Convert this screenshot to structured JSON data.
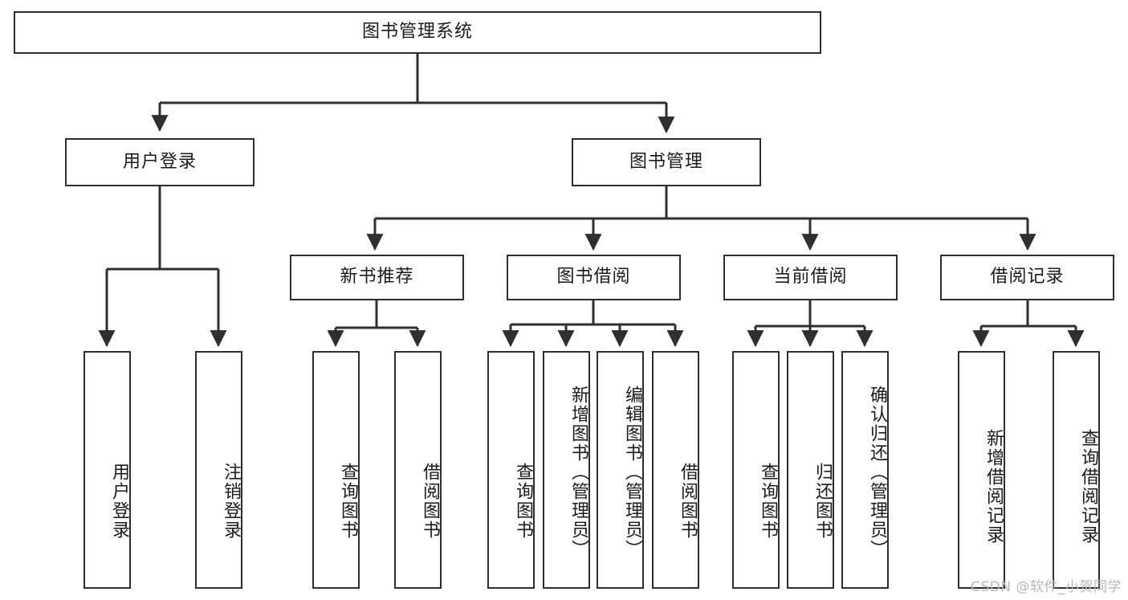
{
  "diagram": {
    "type": "tree",
    "title": "图书管理系统",
    "orientation": "top-down",
    "line_color": "#2f2f2f",
    "box_fill": "#ffffff",
    "text_color": "#1a1a1a",
    "levels": 4
  },
  "root": {
    "label": "图书管理系统"
  },
  "level2": [
    {
      "label": "用户登录"
    },
    {
      "label": "图书管理"
    }
  ],
  "level3": [
    {
      "label": "新书推荐"
    },
    {
      "label": "图书借阅"
    },
    {
      "label": "当前借阅"
    },
    {
      "label": "借阅记录"
    }
  ],
  "leaves": {
    "user_login": [
      {
        "label": "用户登录"
      },
      {
        "label": "注销登录"
      }
    ],
    "new_book_recommend": [
      {
        "label": "查询图书"
      },
      {
        "label": "借阅图书"
      }
    ],
    "book_borrow": [
      {
        "label": "查询图书"
      },
      {
        "label": "新增图书（管理员）"
      },
      {
        "label": "编辑图书（管理员）"
      },
      {
        "label": "借阅图书"
      }
    ],
    "current_borrow": [
      {
        "label": "查询图书"
      },
      {
        "label": "归还图书"
      },
      {
        "label": "确认归还（管理员）"
      }
    ],
    "borrow_record": [
      {
        "label": "新增借阅记录"
      },
      {
        "label": "查询借阅记录"
      }
    ]
  },
  "watermark": {
    "text": "CSDN @软件_小贺同学"
  }
}
